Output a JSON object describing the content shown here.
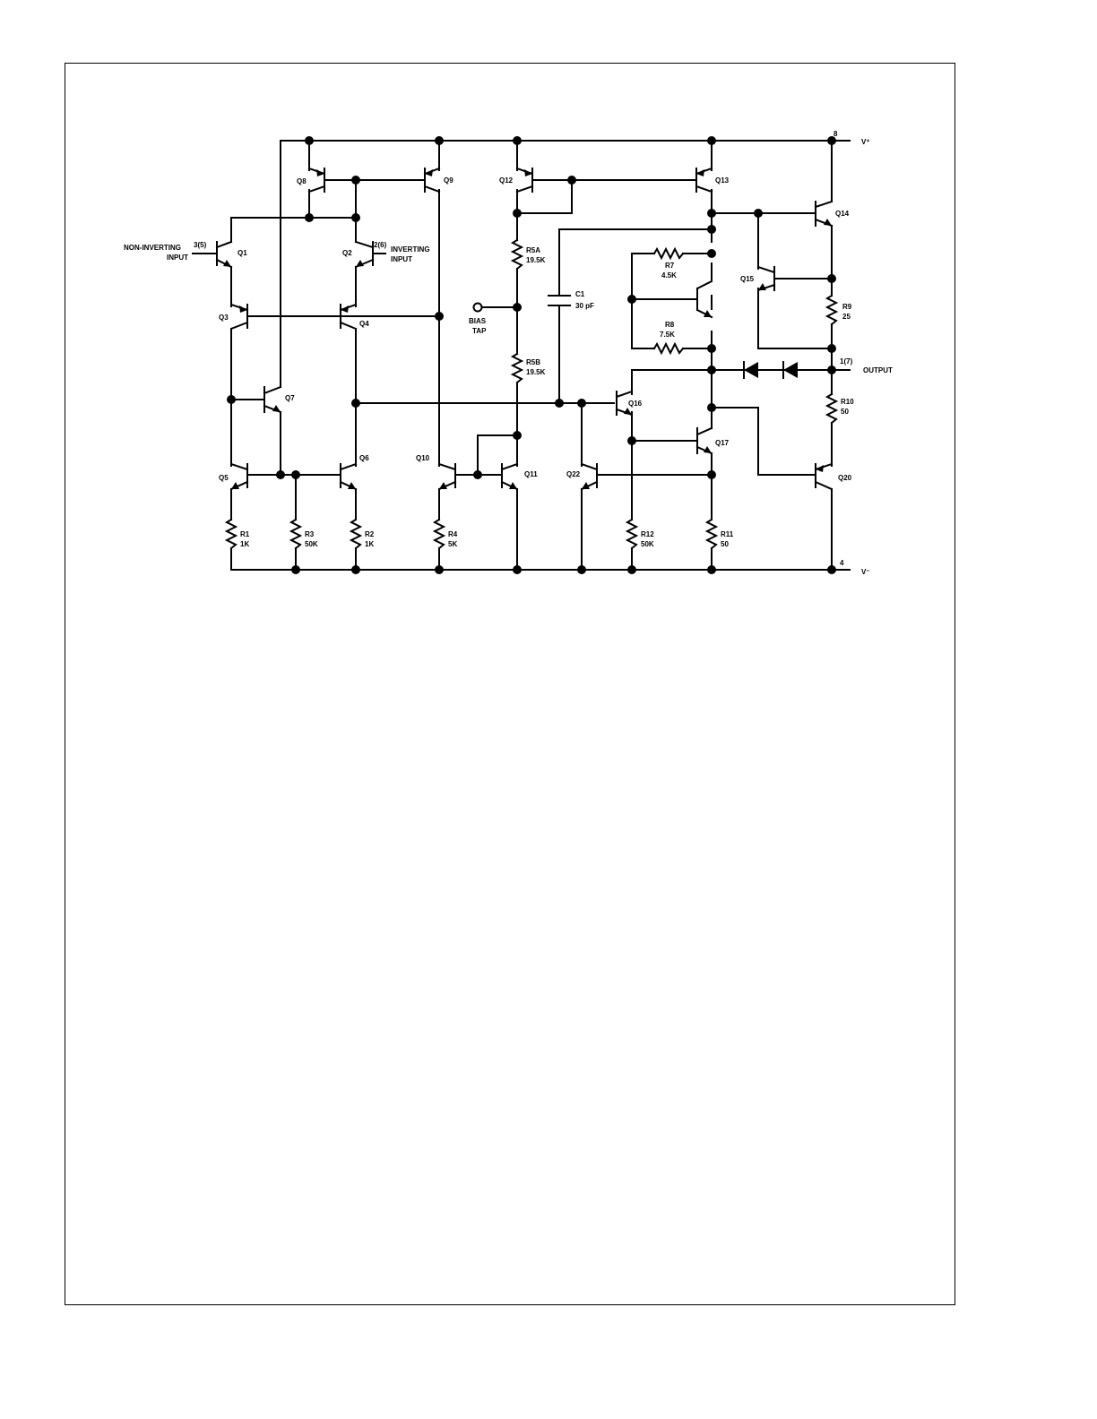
{
  "pins": {
    "vplus_num": "8",
    "vplus": "V⁺",
    "vminus_num": "4",
    "vminus": "V⁻",
    "noninv_num": "3(5)",
    "noninv_1": "NON-INVERTING",
    "noninv_2": "INPUT",
    "inv_num": "2(6)",
    "inv_1": "INVERTING",
    "inv_2": "INPUT",
    "out_num": "1(7)",
    "out": "OUTPUT",
    "bias_1": "BIAS",
    "bias_2": "TAP"
  },
  "transistors": {
    "q1": "Q1",
    "q2": "Q2",
    "q3": "Q3",
    "q4": "Q4",
    "q5": "Q5",
    "q6": "Q6",
    "q7": "Q7",
    "q8": "Q8",
    "q9": "Q9",
    "q10": "Q10",
    "q11": "Q11",
    "q12": "Q12",
    "q13": "Q13",
    "q14": "Q14",
    "q15": "Q15",
    "q16": "Q16",
    "q17": "Q17",
    "q20": "Q20",
    "q22": "Q22"
  },
  "resistors": {
    "r1": {
      "name": "R1",
      "value": "1K"
    },
    "r2": {
      "name": "R2",
      "value": "1K"
    },
    "r3": {
      "name": "R3",
      "value": "50K"
    },
    "r4": {
      "name": "R4",
      "value": "5K"
    },
    "r5a": {
      "name": "R5A",
      "value": "19.5K"
    },
    "r5b": {
      "name": "R5B",
      "value": "19.5K"
    },
    "r7": {
      "name": "R7",
      "value": "4.5K"
    },
    "r8": {
      "name": "R8",
      "value": "7.5K"
    },
    "r9": {
      "name": "R9",
      "value": "25"
    },
    "r10": {
      "name": "R10",
      "value": "50"
    },
    "r11": {
      "name": "R11",
      "value": "50"
    },
    "r12": {
      "name": "R12",
      "value": "50K"
    }
  },
  "capacitors": {
    "c1": {
      "name": "C1",
      "value": "30 pF"
    }
  }
}
